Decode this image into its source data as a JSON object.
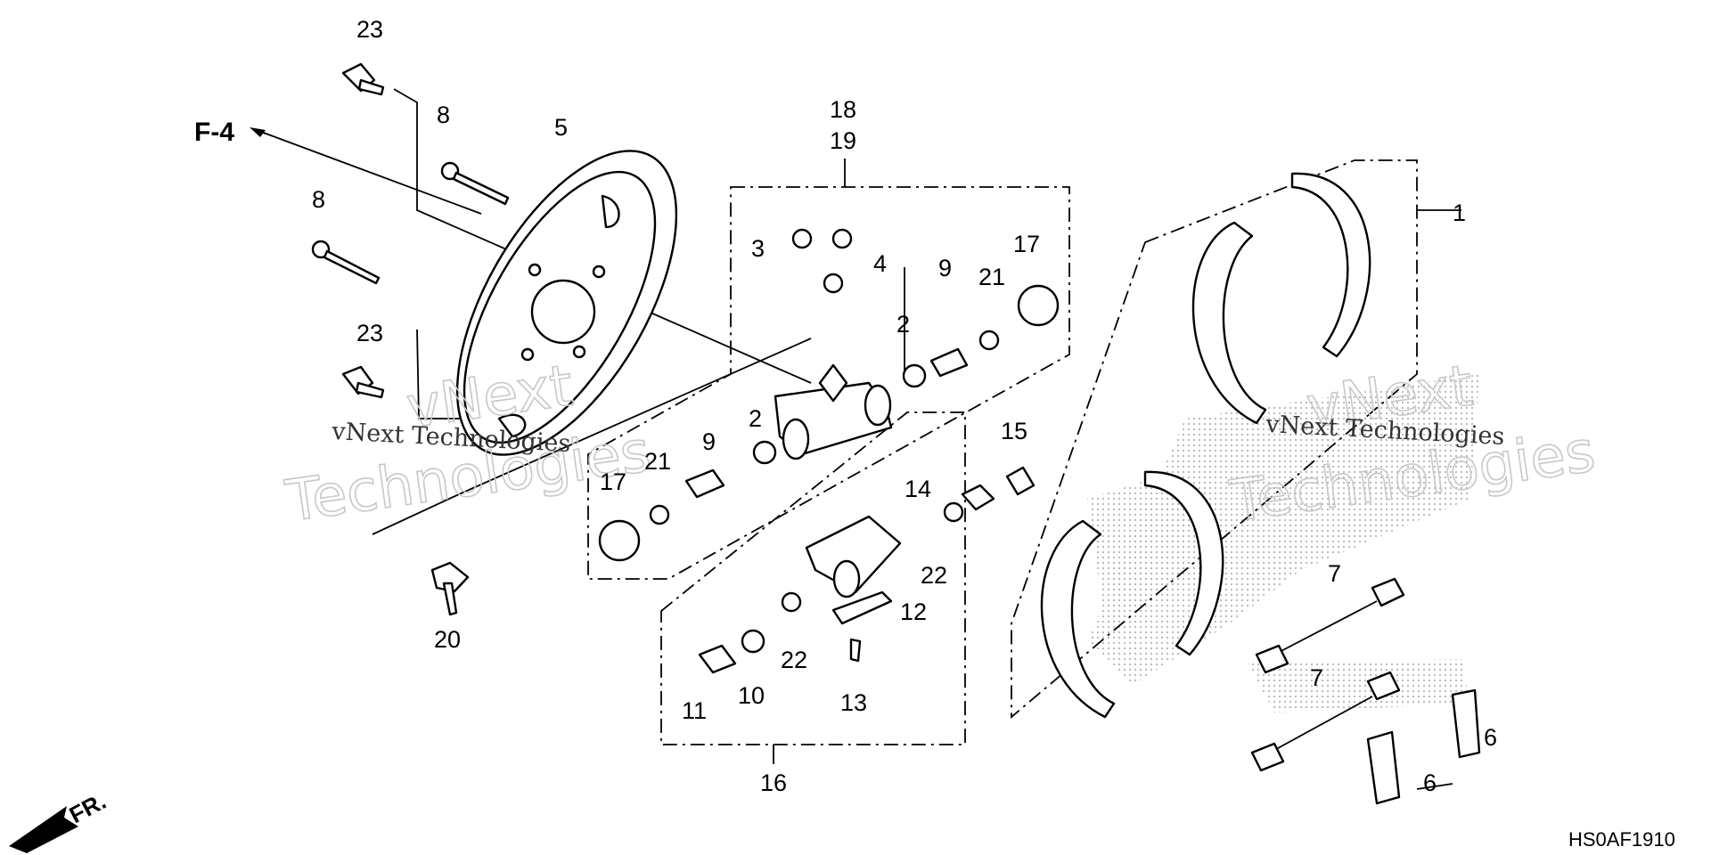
{
  "diagram": {
    "reference_label": "F-4",
    "front_label": "FR.",
    "drawing_code": "HS0AF1910",
    "watermark": {
      "line1": "vNext",
      "line2": "Technologies",
      "small": "vNext Technologies"
    },
    "callouts": {
      "c1": "1",
      "c2a": "2",
      "c2b": "2",
      "c3": "3",
      "c4": "4",
      "c5": "5",
      "c6a": "6",
      "c6b": "6",
      "c7a": "7",
      "c7b": "7",
      "c8a": "8",
      "c8b": "8",
      "c9a": "9",
      "c9b": "9",
      "c10": "10",
      "c11": "11",
      "c12": "12",
      "c13": "13",
      "c14": "14",
      "c15": "15",
      "c16": "16",
      "c17a": "17",
      "c17b": "17",
      "c18": "18",
      "c19": "19",
      "c20": "20",
      "c21a": "21",
      "c21b": "21",
      "c22a": "22",
      "c22b": "22",
      "c23a": "23",
      "c23b": "23"
    }
  }
}
